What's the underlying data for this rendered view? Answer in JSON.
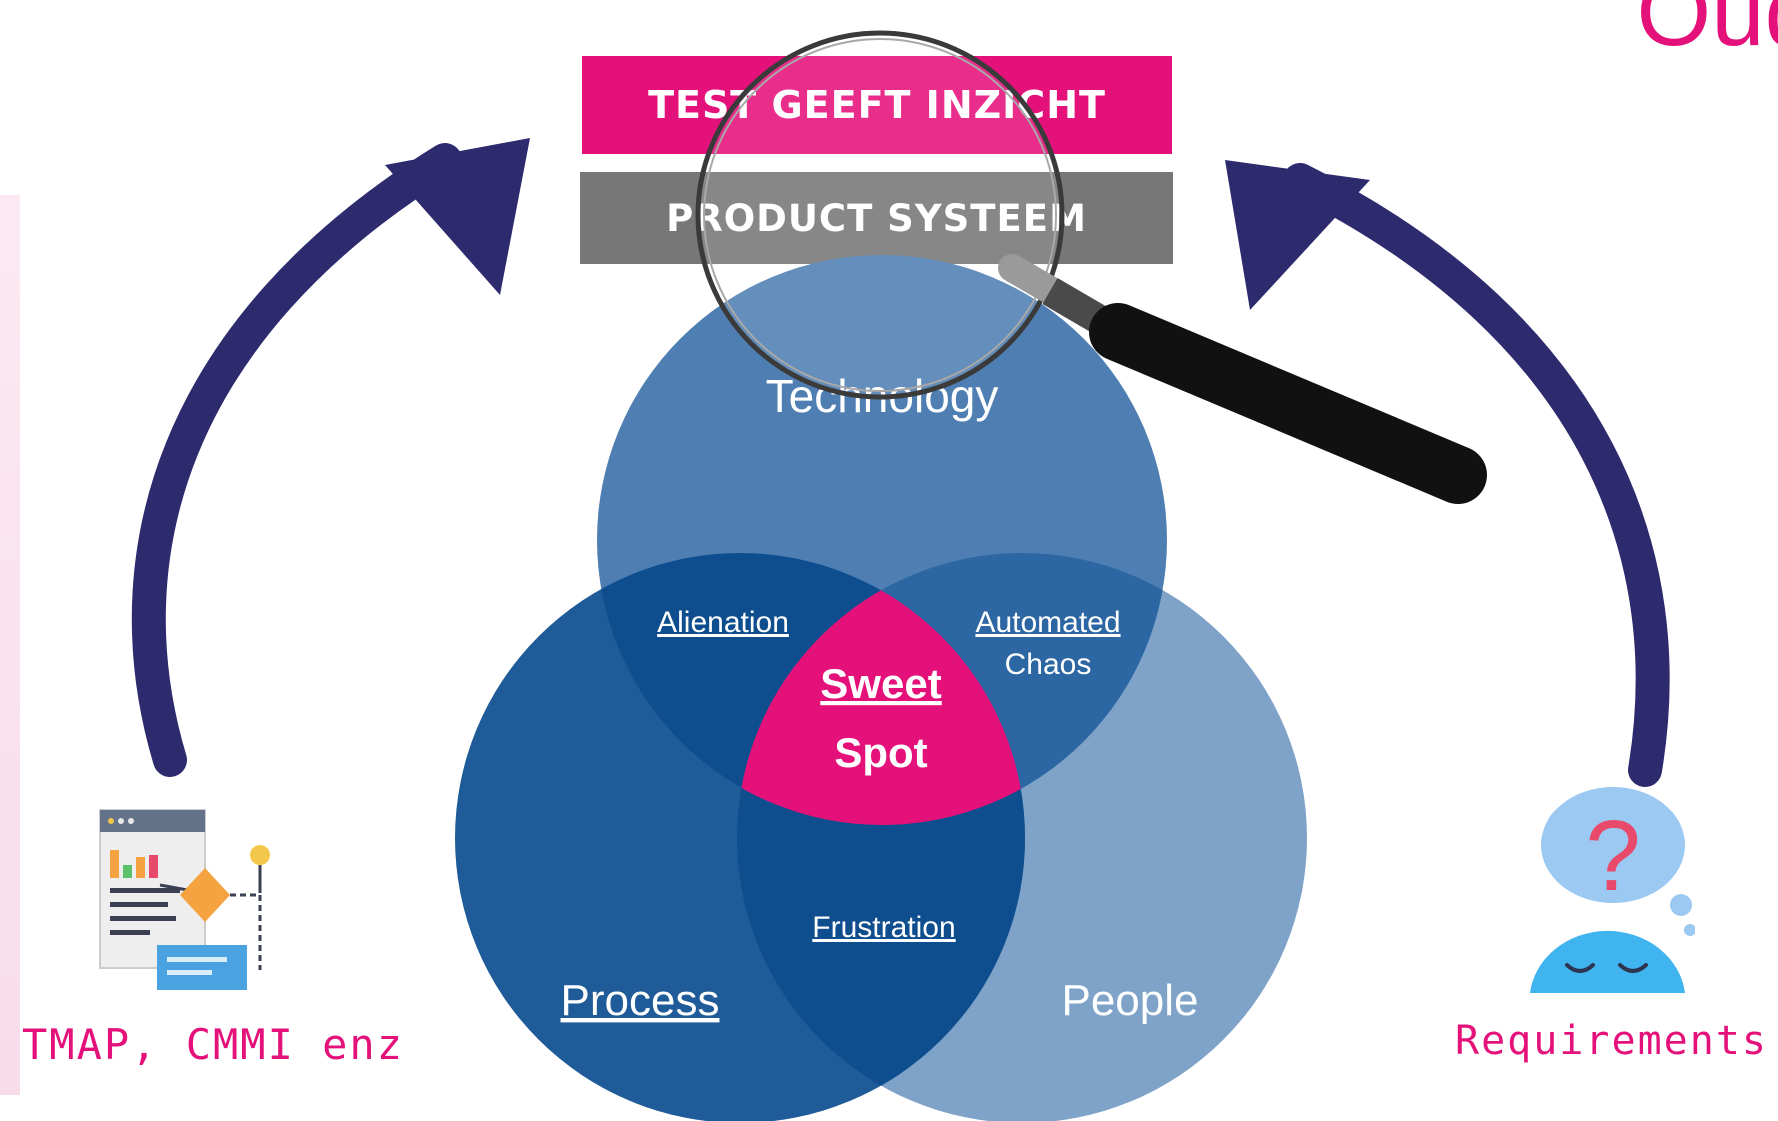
{
  "corner_title": "Oud",
  "banner": {
    "top_label": "TEST GEEFT INZICHT",
    "bottom_label": "PRODUCT SYSTEEM"
  },
  "venn": {
    "circles": [
      "Technology",
      "Process",
      "People"
    ],
    "overlaps": {
      "tech_process": "Alienation",
      "tech_people_line1": "Automated",
      "tech_people_line2": "Chaos",
      "process_people": "Frustration",
      "center_line1": "Sweet",
      "center_line2": "Spot"
    }
  },
  "left_caption": "TMAP, CMMI enz",
  "right_caption": "Requirements",
  "colors": {
    "accent_pink": "#e5117b",
    "arrow_navy": "#2d2a6e",
    "technology": "#4f7fb2",
    "process": "#1e5b98",
    "people": "#7fa3c8",
    "banner_grey": "#777777"
  },
  "icons": [
    "flowchart-document-icon",
    "magnifying-glass-icon",
    "thinking-face-icon",
    "curved-arrow-icon"
  ]
}
